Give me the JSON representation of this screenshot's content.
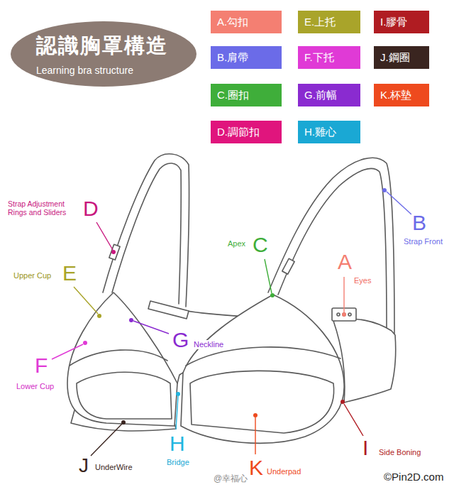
{
  "diagram": {
    "nodes": [
      {
        "text": [
          "認識胸罩構造",
          "Learning bra structure"
        ]
      },
      {
        "text": [
          "A.勾扣"
        ]
      },
      {
        "text": [
          "E.上托"
        ]
      },
      {
        "text": [
          "I.膠骨"
        ]
      },
      {
        "text": [
          "B.肩帶"
        ]
      },
      {
        "text": [
          "F.下托"
        ]
      },
      {
        "text": [
          "J.鋼圈"
        ]
      },
      {
        "text": [
          "C.圈扣"
        ]
      },
      {
        "text": [
          "G.前幅"
        ]
      },
      {
        "text": [
          "K.杯墊"
        ]
      },
      {
        "text": [
          "D.調節扣"
        ]
      },
      {
        "text": [
          "H.雞心"
        ]
      }
    ],
    "labels": [
      "D",
      "Strap Adjustment Rings and Sliders",
      "E",
      "Upper Cup",
      "C",
      "Apex",
      "A",
      "Eyes",
      "B",
      "Strap Front",
      "G",
      "Neckline",
      "F",
      "Lower Cup",
      "I",
      "Side Boning",
      "J",
      "UnderWire",
      "H",
      "Bridge",
      "K",
      "Underpad",
      "@幸福心",
      "©Pin2D.com"
    ]
  }
}
